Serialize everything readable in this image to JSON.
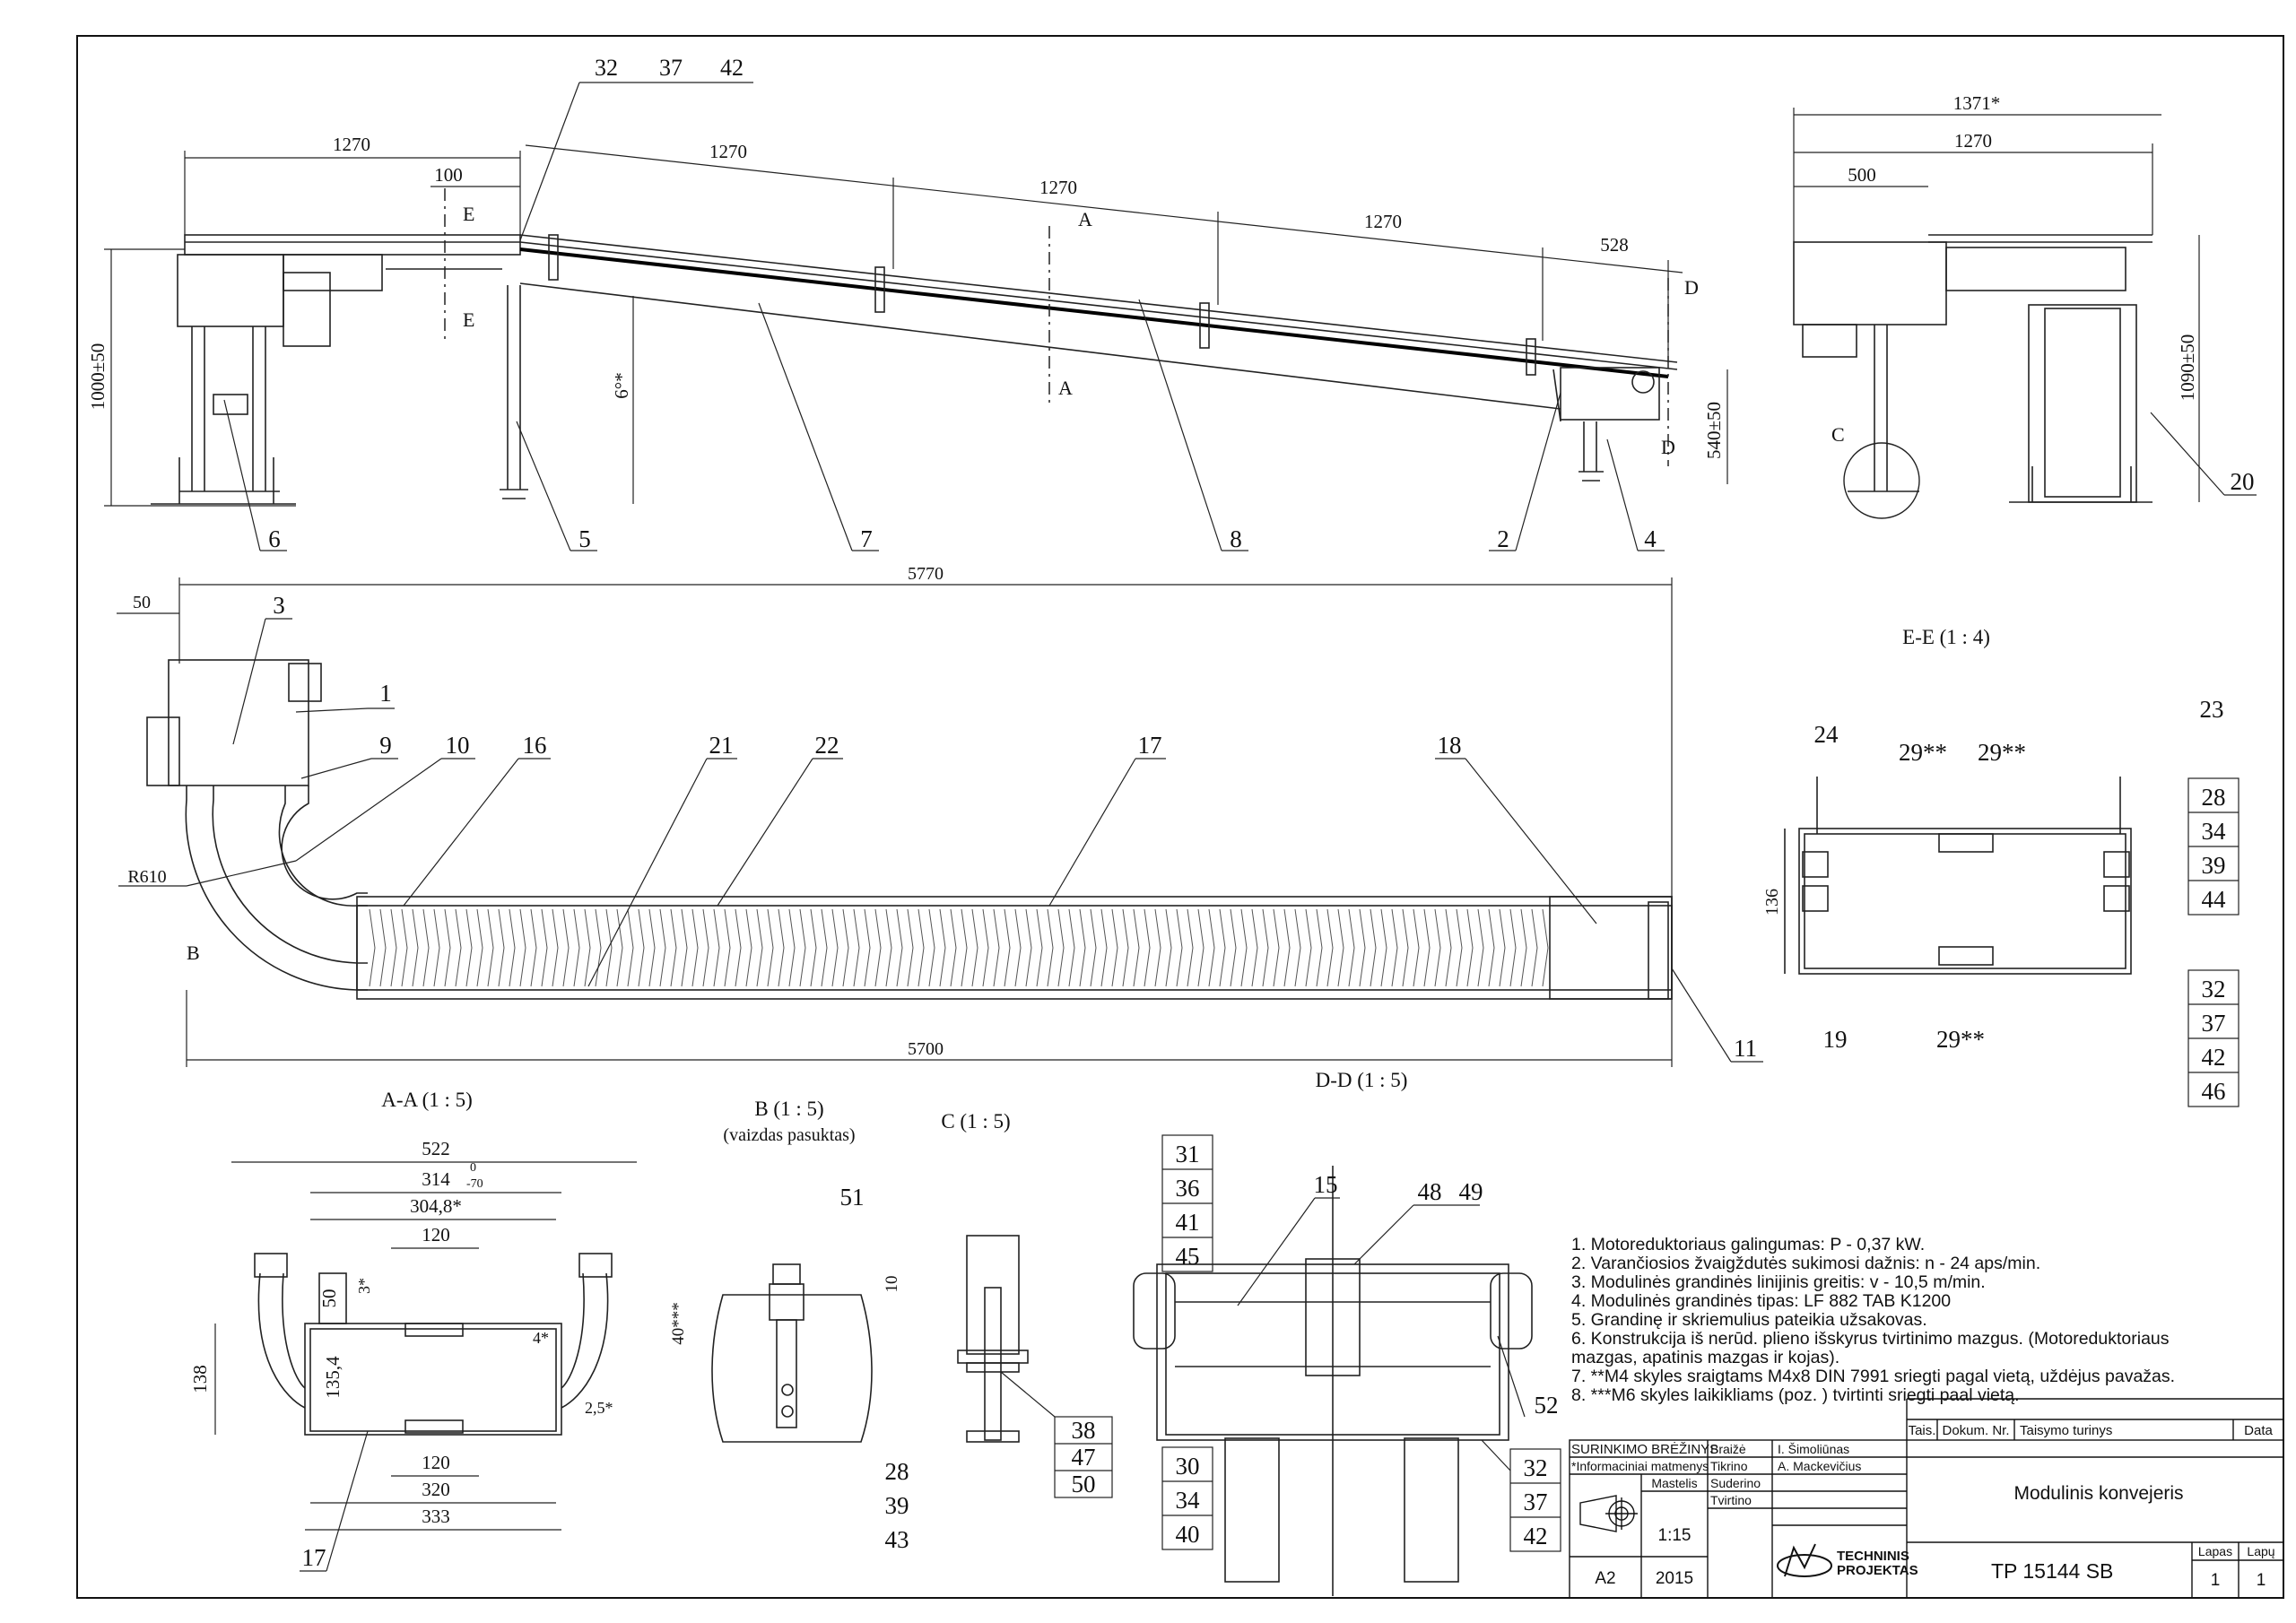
{
  "drawing": {
    "main_dims": {
      "d1270a": "1270",
      "d100": "100",
      "d1270b": "1270",
      "d1270c": "1270",
      "d1270d": "1270",
      "d528": "528",
      "d1000": "1000±50",
      "d540": "540±50",
      "d6deg": "6°*",
      "d5770": "5770",
      "d50": "50",
      "d5700": "5700",
      "r610": "R610",
      "d1371": "1371*",
      "d1270side": "1270",
      "d500": "500",
      "d1090": "1090±50"
    },
    "view_marks": {
      "a_top": "A",
      "a_bot": "A",
      "d_top": "D",
      "d_bot": "D",
      "e_top": "E",
      "e_bot": "E",
      "b": "B",
      "c": "C"
    },
    "balloons_side": [
      "32",
      "37",
      "42"
    ],
    "callouts_side": [
      "6",
      "5",
      "7",
      "8",
      "2",
      "4",
      "20"
    ],
    "callouts_plan": [
      "3",
      "1",
      "9",
      "10",
      "16",
      "21",
      "22",
      "17",
      "18",
      "11"
    ],
    "section_ee": {
      "title": "E-E  (1 : 4)",
      "dim": "136",
      "labels": {
        "l24": "24",
        "l29a": "29**",
        "l29b": "29**",
        "l29c": "29**",
        "l19": "19"
      },
      "stack_top": [
        "23"
      ],
      "stack": [
        "28",
        "34",
        "39",
        "44"
      ],
      "stack2": [
        "32",
        "37",
        "42",
        "46"
      ]
    },
    "section_aa": {
      "title": "A-A  (1 : 5)",
      "dims": {
        "w522": "522",
        "w314": "314",
        "w314tol": "0",
        "w314tol2": "-70",
        "w3048": "304,8*",
        "w120a": "120",
        "h50": "50",
        "h3": "3*",
        "h4": "4*",
        "h138": "138",
        "h1354": "135,4",
        "h25": "2,5*",
        "w120b": "120",
        "w320": "320",
        "w333": "333"
      },
      "callout": "17"
    },
    "section_b": {
      "title": "B  (1 : 5)",
      "subtitle": "(vaizdas pasuktas)",
      "label51": "51",
      "dim10": "10",
      "dim40": "40***",
      "list": [
        "28",
        "39",
        "43"
      ]
    },
    "section_c": {
      "title": "C  (1 : 5)",
      "stack": [
        "38",
        "47",
        "50"
      ]
    },
    "section_dd": {
      "title": "D-D  (1 : 5)",
      "stack_left": [
        "31",
        "36",
        "41",
        "45"
      ],
      "l15": "15",
      "l48": "48",
      "l49": "49",
      "l52": "52",
      "stack_bl": [
        "30",
        "34",
        "40"
      ],
      "stack_br": [
        "32",
        "37",
        "42"
      ]
    }
  },
  "notes": [
    "1.     Motoreduktoriaus galingumas: P - 0,37 kW.",
    "2.     Varančiosios žvaigždutės sukimosi dažnis: n - 24 aps/min.",
    "3.     Modulinės grandinės linijinis greitis: v - 10,5 m/min.",
    "4.     Modulinės grandinės tipas: LF 882 TAB K1200",
    "5.     Grandinę ir skriemulius pateikia užsakovas.",
    "6.     Konstrukcija iš nerūd. plieno išskyrus tvirtinimo mazgus. (Motoreduktoriaus",
    "mazgas, apatinis mazgas ir kojas).",
    "7.     **M4 skyles sraigtams M4x8 DIN 7991 sriegti pagal vietą, uždėjus pavažas.",
    "8.     ***M6 skyles laikikliams (poz. ) tvirtinti sriegti paal vietą."
  ],
  "title_block": {
    "hdr_tais": "Tais.",
    "hdr_dokum": "Dokum. Nr.",
    "hdr_turinys": "Taisymo turinys",
    "hdr_data": "Data",
    "kind": "SURINKIMO BRĖŽINYS",
    "info": "*Informaciniai matmenys",
    "rows": [
      {
        "role": "Braižė",
        "name": "I. Šimoliūnas"
      },
      {
        "role": "Tikrino",
        "name": "A. Mackevičius"
      },
      {
        "role": "Suderino",
        "name": ""
      },
      {
        "role": "Tvirtino",
        "name": ""
      }
    ],
    "mastelis_label": "Mastelis",
    "scale": "1:15",
    "format": "A2",
    "year": "2015",
    "company_line1": "TECHNINIS",
    "company_line2": "PROJEKTAS",
    "product": "Modulinis konvejeris",
    "doc_no": "TP 15144 SB",
    "lapas_label": "Lapas",
    "lapu_label": "Lapų",
    "lapas": "1",
    "lapu": "1"
  }
}
